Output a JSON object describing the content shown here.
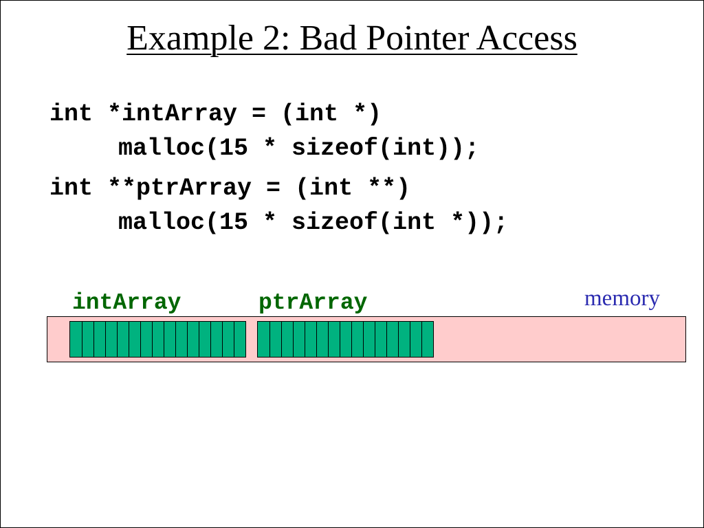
{
  "slide": {
    "title": "Example 2: Bad Pointer Access"
  },
  "code": {
    "line1a": "int *intArray = (int *)",
    "line1b": "malloc(15 * sizeof(int));",
    "line2a": "int **ptrArray = (int **)",
    "line2b": "malloc(15 * sizeof(int *));"
  },
  "diagram": {
    "int_label": "intArray",
    "ptr_label": "ptrArray",
    "memory_label": "memory",
    "int_cells": 15,
    "ptr_cells": 15,
    "colors": {
      "memory_fill": "#ffcccc",
      "cell_fill": "#00b27f",
      "array_label": "#006600",
      "memory_label": "#2b2bb0"
    }
  }
}
